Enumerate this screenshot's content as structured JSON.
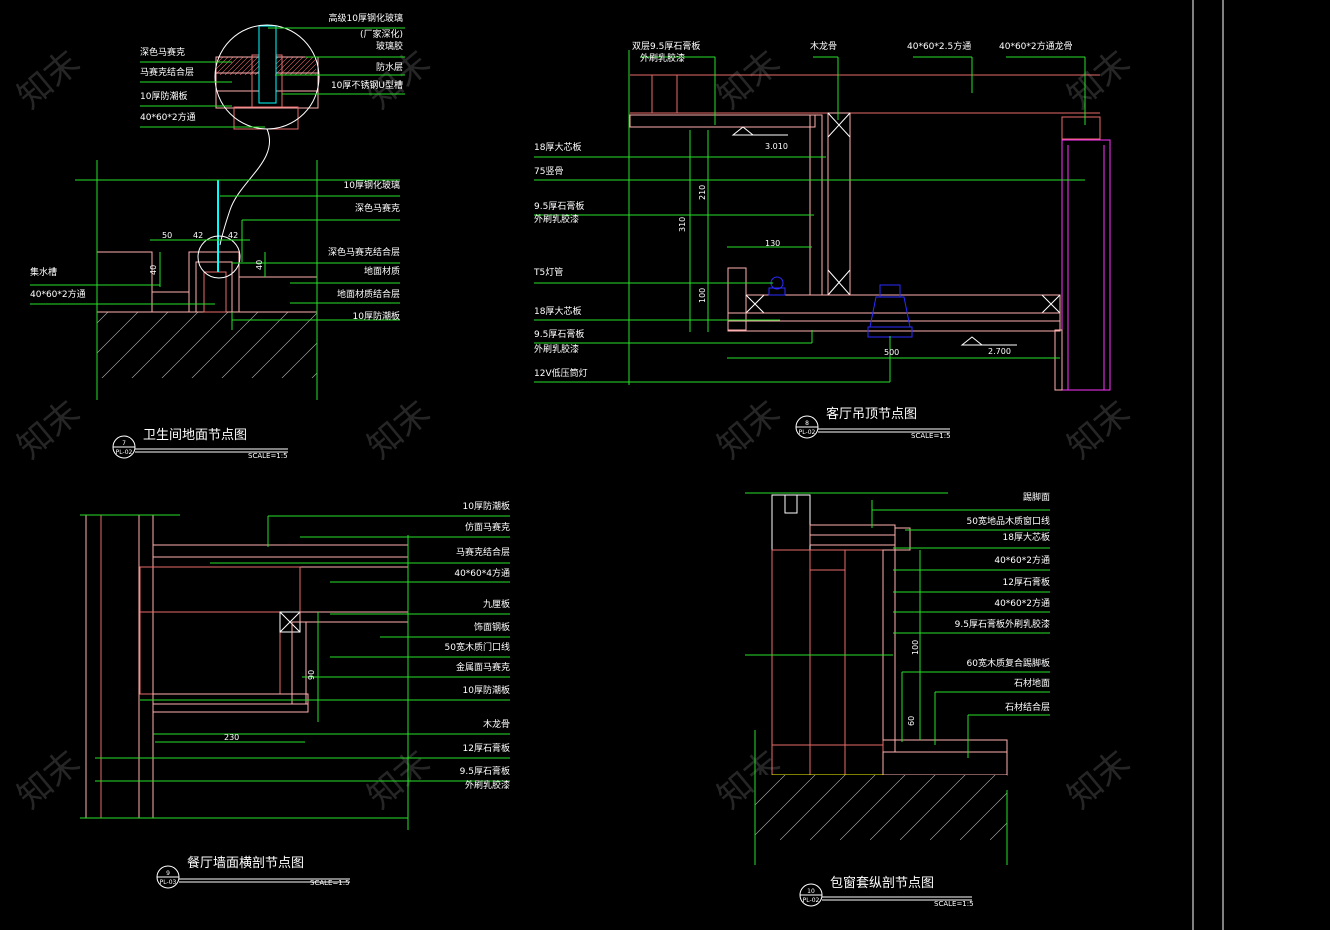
{
  "watermark": "知末",
  "details": {
    "bathroom": {
      "title": "卫生间地面节点图",
      "scale": "SCALE=1:5",
      "badge_no": "7",
      "badge_ref": "PL-02",
      "circle_labels_left": [
        "深色马赛克",
        "马赛克结合层",
        "10厚防潮板",
        "40*60*2方通"
      ],
      "circle_labels_right": [
        "高级10厚钢化玻璃",
        "(厂家深化)",
        "玻璃胶",
        "防水层",
        "10厚不锈钢U型槽"
      ],
      "labels_right": [
        "10厚钢化玻璃",
        "深色马赛克",
        "深色马赛克结合层",
        "地面材质",
        "地面材质结合层",
        "10厚防潮板"
      ],
      "labels_left": [
        "集水槽",
        "40*60*2方通"
      ],
      "dims": [
        "50",
        "42",
        "42",
        "40",
        "40"
      ]
    },
    "living_ceiling": {
      "title": "客厅吊顶节点图",
      "scale": "SCALE=1:5",
      "badge_no": "8",
      "badge_ref": "PL-02",
      "labels_top": [
        "双层9.5厚石膏板",
        "外刷乳胶漆",
        "木龙骨",
        "40*60*2.5方通",
        "40*60*2方通龙骨"
      ],
      "labels_left": [
        "18厚大芯板",
        "75竖骨",
        "9.5厚石膏板",
        "外刷乳胶漆",
        "T5灯管",
        "18厚大芯板",
        "9.5厚石膏板",
        "外刷乳胶漆",
        "12V低压筒灯"
      ],
      "dims": [
        "3.010",
        "2.700",
        "210",
        "310",
        "130",
        "100",
        "500"
      ]
    },
    "dining_wall": {
      "title": "餐厅墙面横剖节点图",
      "scale": "SCALE=1:5",
      "badge_no": "9",
      "badge_ref": "PL-03",
      "labels_right": [
        "10厚防潮板",
        "仿面马赛克",
        "马赛克结合层",
        "40*60*4方通",
        "九厘板",
        "饰面钢板",
        "50宽木质门口线",
        "金属面马赛克",
        "10厚防潮板",
        "木龙骨",
        "12厚石膏板",
        "9.5厚石膏板",
        "外刷乳胶漆"
      ],
      "dims": [
        "230",
        "90"
      ]
    },
    "window_casing": {
      "title": "包窗套纵剖节点图",
      "scale": "SCALE=1:5",
      "badge_no": "10",
      "badge_ref": "PL-02",
      "labels_right": [
        "踢脚面",
        "50宽地品木质窗口线",
        "18厚大芯板",
        "40*60*2方通",
        "12厚石膏板",
        "40*60*2方通",
        "9.5厚石膏板外刷乳胶漆",
        "60宽木质复合踢脚板",
        "石材地面",
        "石材结合层"
      ],
      "dims": [
        "100",
        "60"
      ]
    }
  },
  "colors": {
    "leader": "#27e027",
    "section": "#e86a6a",
    "glass": "#00ffff",
    "lamp": "#2b2bff",
    "column": "#ff33ff",
    "background": "#000000"
  }
}
